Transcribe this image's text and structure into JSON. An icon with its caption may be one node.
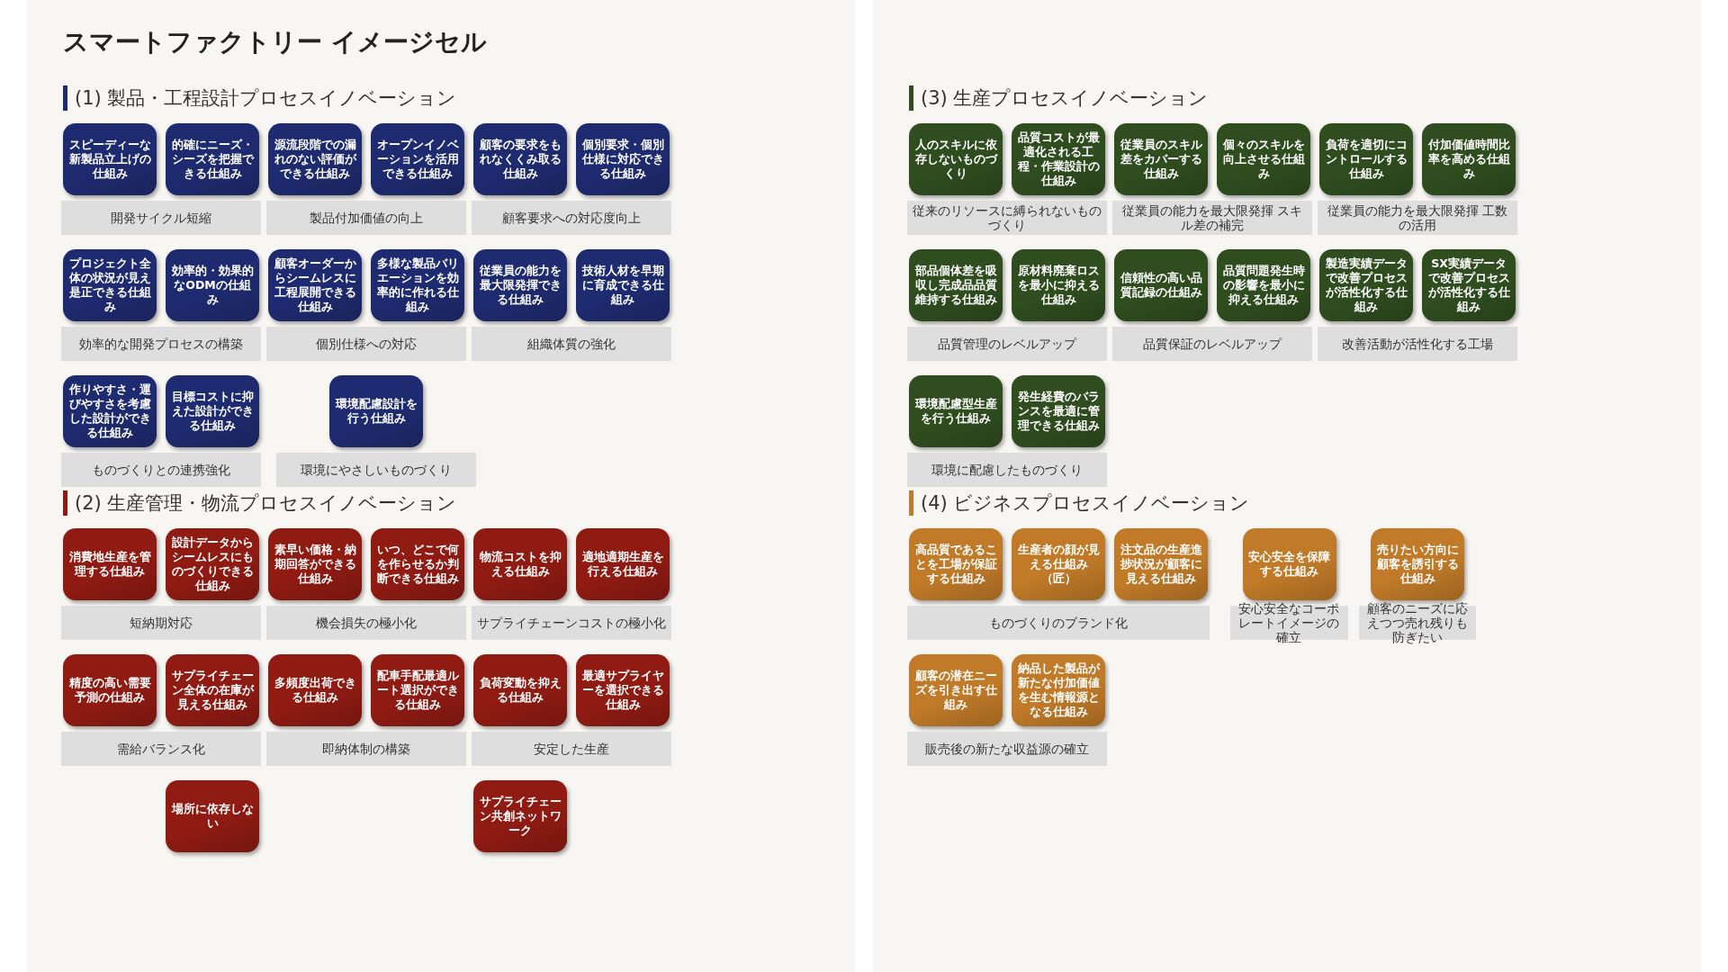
{
  "diagram": {
    "title": "スマートファクトリー イメージセル",
    "nodes": [
      {
        "text": [
          "スピーディーな新製品立上げの仕組み"
        ]
      },
      {
        "text": [
          "的確にニーズ・シーズを把握できる仕組み"
        ]
      },
      {
        "text": [
          "源流段階での漏れのない評価ができる仕組み"
        ]
      },
      {
        "text": [
          "オープンイノベーションを活用できる仕組み"
        ]
      },
      {
        "text": [
          "顧客の要求をもれなくくみ取る仕組み"
        ]
      },
      {
        "text": [
          "個別要求・個別仕様に対応できる仕組み"
        ]
      },
      {
        "text": [
          "開発サイクル短縮"
        ]
      },
      {
        "text": [
          "製品付加価値の向上"
        ]
      },
      {
        "text": [
          "顧客要求への対応度向上"
        ]
      },
      {
        "text": [
          "プロジェクト全体の状況が見え是正できる仕組み"
        ]
      },
      {
        "text": [
          "効率的・効果的なODMの仕組み"
        ]
      },
      {
        "text": [
          "顧客オーダーからシームレスに工程展開できる仕組み"
        ]
      },
      {
        "text": [
          "多様な製品バリエーションを効率的に作れる仕組み"
        ]
      },
      {
        "text": [
          "従業員の能力を最大限発揮できる仕組み"
        ]
      },
      {
        "text": [
          "技術人材を早期に育成できる仕組み"
        ]
      },
      {
        "text": [
          "効率的な開発プロセスの構築"
        ]
      },
      {
        "text": [
          "個別仕様への対応"
        ]
      },
      {
        "text": [
          "組織体質の強化"
        ]
      },
      {
        "text": [
          "作りやすさ・運びやすさを考慮した設計ができる仕組み"
        ]
      },
      {
        "text": [
          "目標コストに抑えた設計ができる仕組み"
        ]
      },
      {
        "text": [
          "環境配慮設計を行う仕組み"
        ]
      },
      {
        "text": [
          "ものづくりとの連携強化"
        ]
      },
      {
        "text": [
          "環境にやさしいものづくり"
        ]
      },
      {
        "text": [
          "消費地生産を管理する仕組み"
        ]
      },
      {
        "text": [
          "設計データからシームレスにものづくりできる仕組み"
        ]
      },
      {
        "text": [
          "素早い価格・納期回答ができる仕組み"
        ]
      },
      {
        "text": [
          "いつ、どこで何を作らせるか判断できる仕組み"
        ]
      },
      {
        "text": [
          "物流コストを抑える仕組み"
        ]
      },
      {
        "text": [
          "適地適期生産を行える仕組み"
        ]
      },
      {
        "text": [
          "短納期対応"
        ]
      },
      {
        "text": [
          "機会損失の極小化"
        ]
      },
      {
        "text": [
          "サプライチェーンコストの極小化"
        ]
      },
      {
        "text": [
          "精度の高い需要予測の仕組み"
        ]
      },
      {
        "text": [
          "サプライチェーン全体の在庫が見える仕組み"
        ]
      },
      {
        "text": [
          "多頻度出荷できる仕組み"
        ]
      },
      {
        "text": [
          "配車手配最適ルート選択ができる仕組み"
        ]
      },
      {
        "text": [
          "負荷変動を抑える仕組み"
        ]
      },
      {
        "text": [
          "最適サプライヤーを選択できる仕組み"
        ]
      },
      {
        "text": [
          "需給バランス化"
        ]
      },
      {
        "text": [
          "即納体制の構築"
        ]
      },
      {
        "text": [
          "安定した生産"
        ]
      },
      {
        "text": [
          "場所に依存しない"
        ]
      },
      {
        "text": [
          "サプライチェーン共創ネットワーク"
        ]
      },
      {
        "text": [
          "人のスキルに依存しないものづくり"
        ]
      },
      {
        "text": [
          "品質コストが最適化される工程・作業設計の仕組み"
        ]
      },
      {
        "text": [
          "従業員のスキル差をカバーする仕組み"
        ]
      },
      {
        "text": [
          "個々のスキルを向上させる仕組み"
        ]
      },
      {
        "text": [
          "負荷を適切にコントロールする仕組み"
        ]
      },
      {
        "text": [
          "付加価値時間比率を高める仕組み"
        ]
      },
      {
        "text": [
          "従来のリソースに縛られないものづくり"
        ]
      },
      {
        "text": [
          "従業員の能力を最大限発揮 スキル差の補完"
        ]
      },
      {
        "text": [
          "従業員の能力を最大限発揮 工数の活用"
        ]
      },
      {
        "text": [
          "部品個体差を吸収し完成品品質維持する仕組み"
        ]
      },
      {
        "text": [
          "原材料廃棄ロスを最小に抑える仕組み"
        ]
      },
      {
        "text": [
          "信頼性の高い品質記録の仕組み"
        ]
      },
      {
        "text": [
          "品質問題発生時の影響を最小に抑える仕組み"
        ]
      },
      {
        "text": [
          "製造実績データで改善プロセスが活性化する仕組み"
        ]
      },
      {
        "text": [
          "SX実績データで改善プロセスが活性化する仕組み"
        ]
      },
      {
        "text": [
          "品質管理のレベルアップ"
        ]
      },
      {
        "text": [
          "品質保証のレベルアップ"
        ]
      },
      {
        "text": [
          "改善活動が活性化する工場"
        ]
      },
      {
        "text": [
          "環境配慮型生産を行う仕組み"
        ]
      },
      {
        "text": [
          "発生経費のバランスを最適に管理できる仕組み"
        ]
      },
      {
        "text": [
          "環境に配慮したものづくり"
        ]
      },
      {
        "text": [
          "高品質であることを工場が保証する仕組み"
        ]
      },
      {
        "text": [
          "生産者の顔が見える仕組み（匠）"
        ]
      },
      {
        "text": [
          "注文品の生産進捗状況が顧客に見える仕組み"
        ]
      },
      {
        "text": [
          "安心安全を保障する仕組み"
        ]
      },
      {
        "text": [
          "売りたい方向に顧客を誘引する仕組み"
        ]
      },
      {
        "text": [
          "ものづくりのブランド化"
        ]
      },
      {
        "text": [
          "安心安全なコーポレートイメージの確立"
        ]
      },
      {
        "text": [
          "顧客のニーズに応えつつ売れ残りも防ぎたい"
        ]
      },
      {
        "text": [
          "顧客の潜在ニーズを引き出す仕組み"
        ]
      },
      {
        "text": [
          "納品した製品が新たな付加価値を生む情報源となる仕組み"
        ]
      },
      {
        "text": [
          "販売後の新たな収益源の確立"
        ]
      }
    ],
    "labels": [
      "(1) 製品・工程設計プロセスイノベーション",
      "(2) 生産管理・物流プロセスイノベーション",
      "(3) 生産プロセスイノベーション",
      "(4) ビジネスプロセスイノベーション"
    ]
  }
}
